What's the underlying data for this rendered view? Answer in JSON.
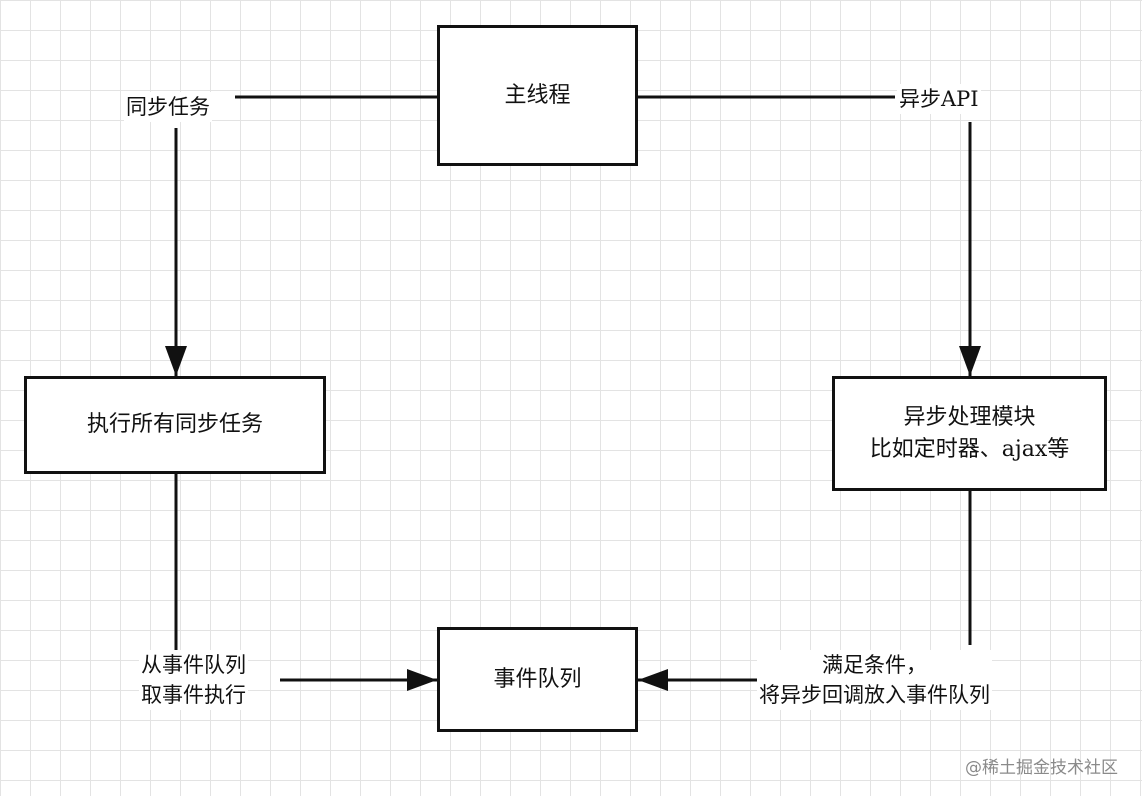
{
  "nodes": {
    "main_thread": "主线程",
    "exec_sync": "执行所有同步任务",
    "async_module": [
      "异步处理模块",
      "比如定时器、ajax等"
    ],
    "event_queue": "事件队列"
  },
  "edge_labels": {
    "sync_tasks": "同步任务",
    "async_api": "异步API",
    "take_event": [
      "从事件队列",
      "取事件执行"
    ],
    "condition_met": [
      "满足条件，",
      "将异步回调放入事件队列"
    ]
  },
  "watermark": "@稀土掘金技术社区"
}
